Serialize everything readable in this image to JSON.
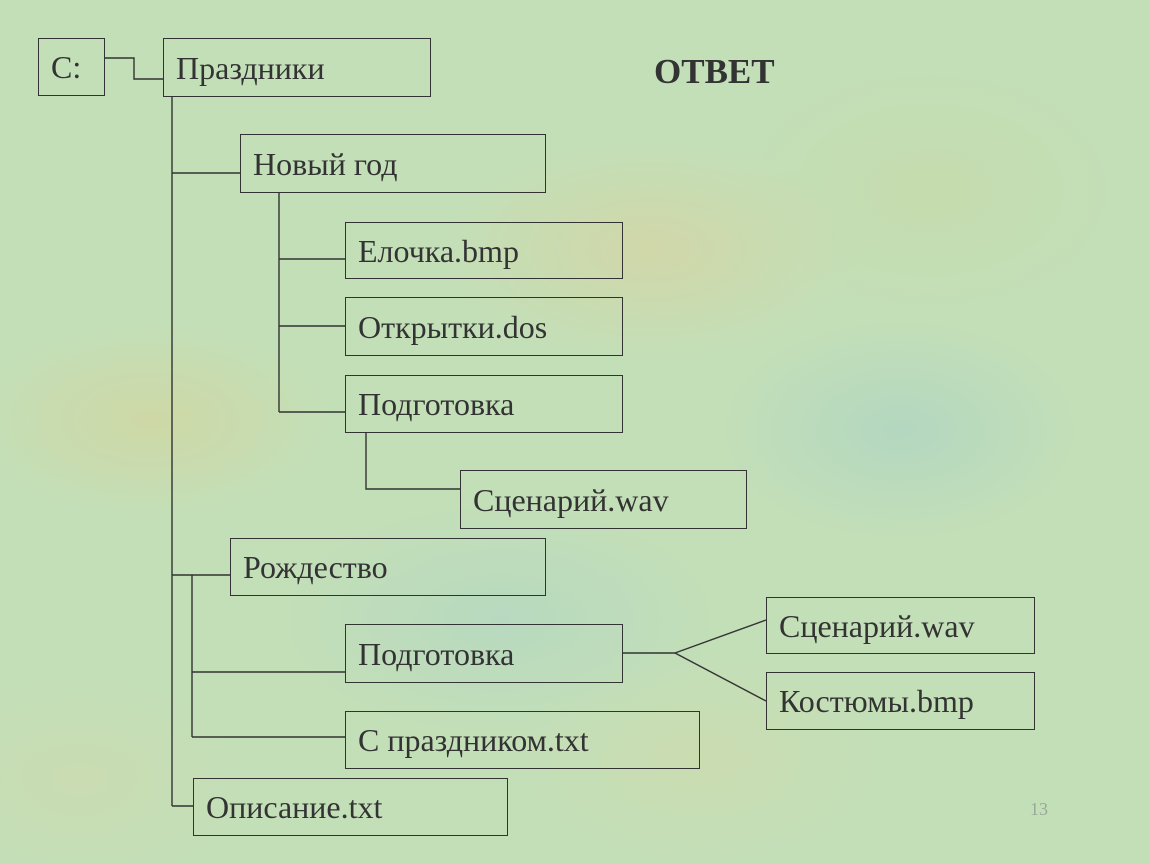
{
  "title": "ОТВЕТ",
  "page_number": "13",
  "tree": {
    "drive": "C:",
    "root": "Праздники",
    "novy_god": "Новый год",
    "elochka": "Елочка.bmp",
    "otkrytki": "Открытки.dos",
    "podgotovka_1": "Подготовка",
    "scenariy_1": "Сценарий.wav",
    "rozhdestvo": "Рождество",
    "podgotovka_2": "Подготовка",
    "scenariy_2": "Сценарий.wav",
    "kostyumy": "Костюмы.bmp",
    "s_prazdnikom": "С праздником.txt",
    "opisanie": "Описание.txt"
  }
}
